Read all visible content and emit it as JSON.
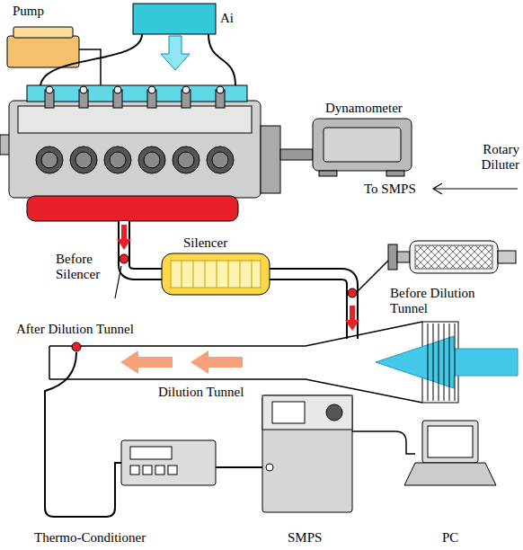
{
  "diagram": {
    "labels": [
      "Pump",
      "Ai",
      "Dynamometer",
      "Rotary Diluter",
      "To SMPS",
      "Before Silencer",
      "Silencer",
      "Before Dilution Tunnel",
      "After Dilution Tunnel",
      "Dilution Tunnel",
      "Thermo-Conditioner",
      "SMPS",
      "PC"
    ]
  }
}
